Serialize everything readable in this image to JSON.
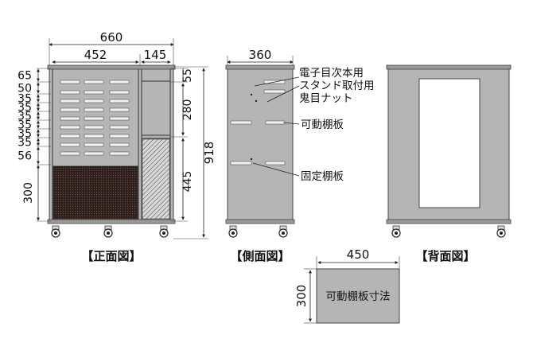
{
  "front": {
    "title": "【正面図】",
    "width_total": "660",
    "width_left": "452",
    "width_right": "145",
    "height_total": "918",
    "left_spacings": [
      "65",
      "50",
      "35",
      "35",
      "35",
      "35",
      "35",
      "35",
      "56",
      "300"
    ],
    "right_upper": "55",
    "right_mid": "280",
    "right_lower": "445"
  },
  "side": {
    "title": "【側面図】",
    "depth": "360",
    "callout_nut": [
      "電子目次本用",
      "スタンド取付用",
      "鬼目ナット"
    ],
    "callout_movable": "可動棚板",
    "callout_fixed": "固定棚板"
  },
  "back": {
    "title": "【背面図】"
  },
  "shelf": {
    "width": "450",
    "height": "300",
    "label": "可動棚板寸法",
    "fill_color": "#b5b5b5"
  },
  "colors": {
    "cabinet": "#b5b5b5",
    "panel_dark": "#3a2a25",
    "window": "#ffffff"
  }
}
